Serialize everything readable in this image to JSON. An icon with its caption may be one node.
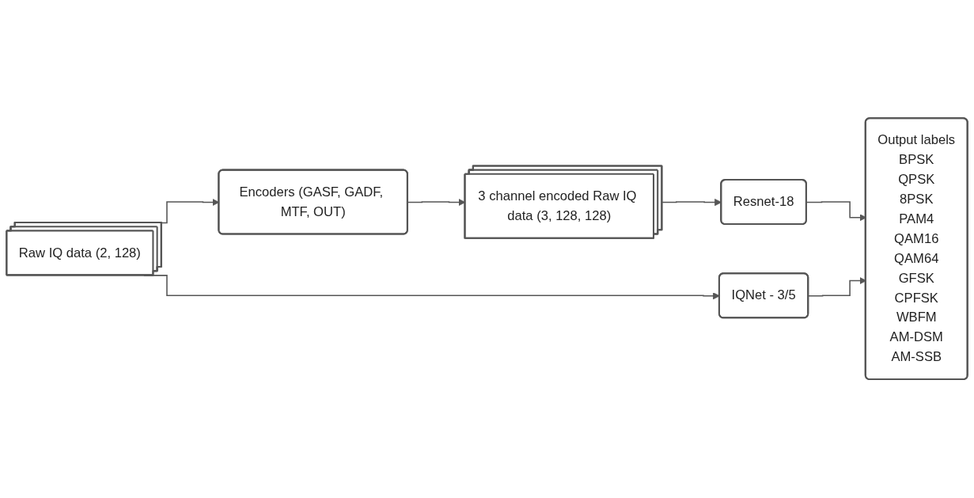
{
  "diagram": {
    "nodes": [
      {
        "text": [
          "Raw IQ data (2, 128)"
        ]
      },
      {
        "text": [
          "Encoders (GASF, GADF, MTF, OUT)"
        ]
      },
      {
        "text": [
          "3 channel encoded Raw IQ data (3, 128, 128)"
        ]
      },
      {
        "text": [
          "Resnet-18"
        ]
      },
      {
        "text": [
          "IQNet - 3/5"
        ]
      },
      {
        "text": [
          "Output labels",
          "BPSK",
          "QPSK",
          "8PSK",
          "PAM4",
          "QAM16",
          "QAM64",
          "GFSK",
          "CPFSK",
          "WBFM",
          "AM-DSM",
          "AM-SSB"
        ]
      }
    ],
    "edges": [
      {
        "from": 0,
        "to": 1,
        "arrow": "to"
      },
      {
        "from": 0,
        "to": 4,
        "arrow": "to"
      },
      {
        "from": 1,
        "to": 2,
        "arrow": "to"
      },
      {
        "from": 2,
        "to": 3,
        "arrow": "to"
      },
      {
        "from": 3,
        "to": 5,
        "arrow": "to"
      },
      {
        "from": 4,
        "to": 5,
        "arrow": "to"
      }
    ]
  }
}
